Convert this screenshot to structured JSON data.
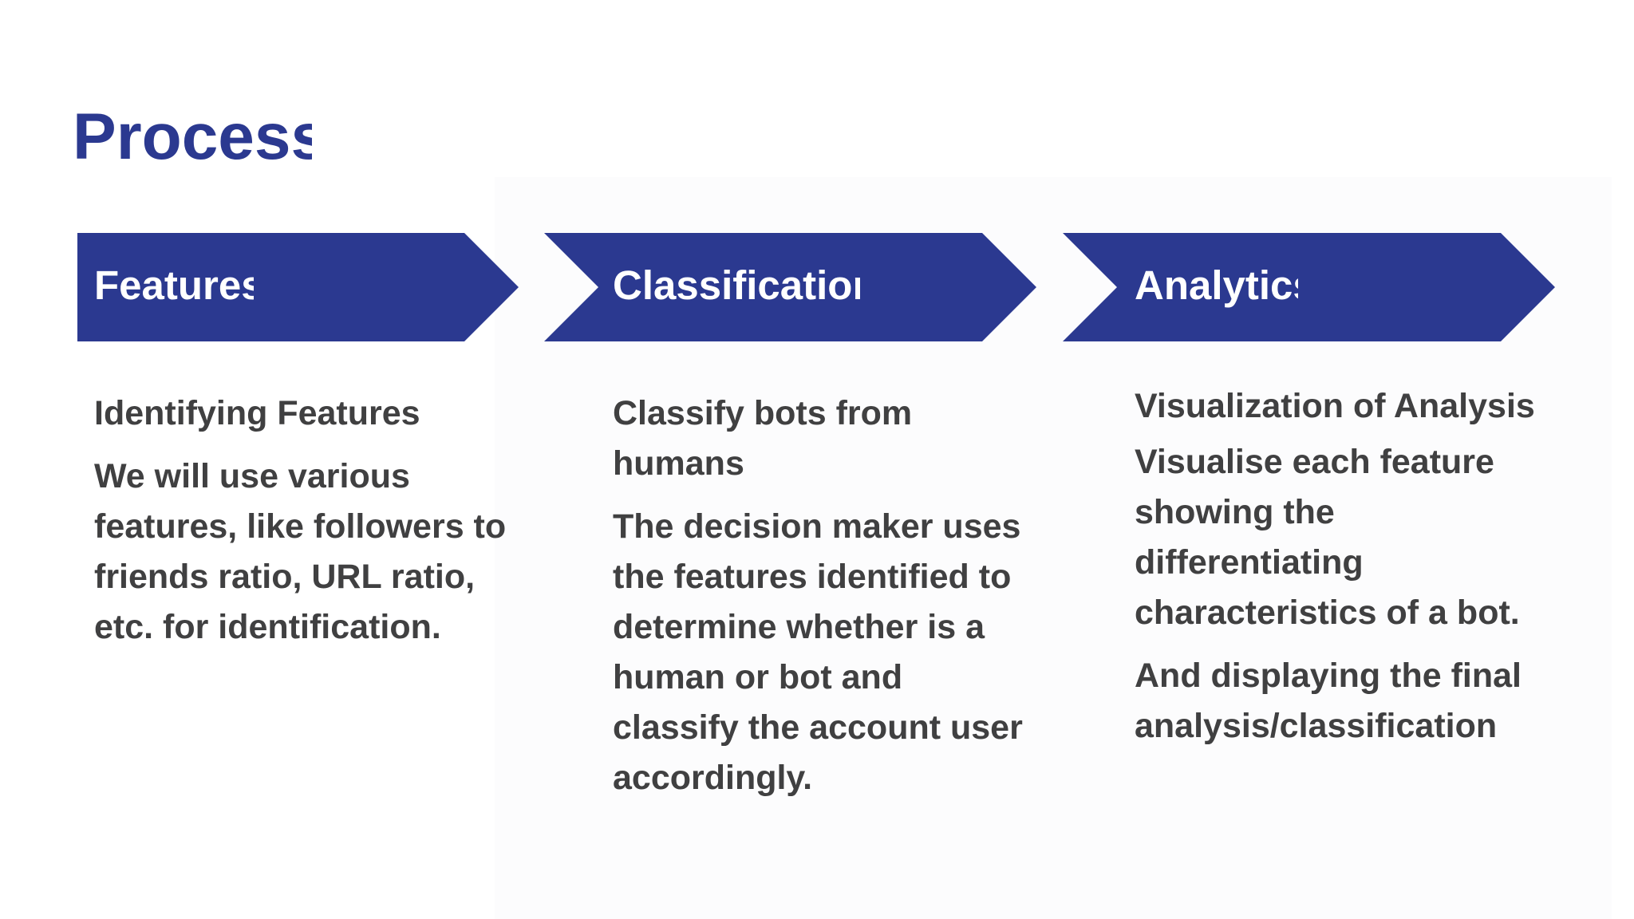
{
  "slide": {
    "title": "Process",
    "steps": [
      {
        "label": "Features",
        "heading": "Identifying Features",
        "body": "We will use various features, like followers to friends ratio, URL ratio,  etc. for identification."
      },
      {
        "label": "Classification",
        "heading": "Classify bots from humans",
        "body": "The decision maker uses the features identified to  determine whether is a  human or bot and  classify the account user accordingly."
      },
      {
        "label": "Analytics",
        "heading": "Visualization of Analysis",
        "body": "Visualise each feature showing the differentiating characteristics of a bot.",
        "body2": "And displaying the final analysis/classification"
      }
    ]
  },
  "colors": {
    "accent": "#2b3990",
    "text": "#404041",
    "background": "#ffffff"
  }
}
